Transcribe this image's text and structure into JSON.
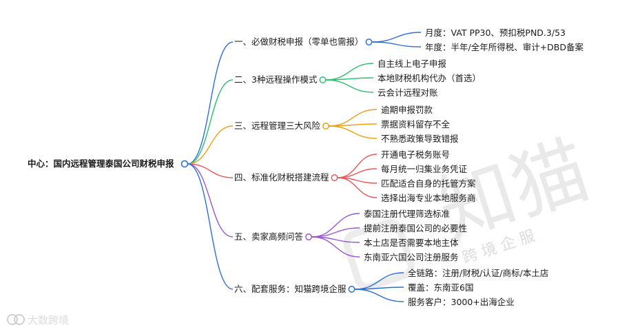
{
  "center": {
    "label": "中心：国内远程管理泰国公司财税申报"
  },
  "branches": [
    {
      "label": "一、必做财税申报（零单也需报）",
      "color": "#2b6fd6",
      "children": [
        "月度：VAT PP30、预扣税PND.3/53",
        "年度：半年/全年所得税、审计+DBD备案"
      ]
    },
    {
      "label": "二、3种远程操作模式",
      "color": "#2fbf71",
      "children": [
        "自主线上电子申报",
        "本地财税机构代办（首选）",
        "云会计远程对账"
      ]
    },
    {
      "label": "三、远程管理三大风险",
      "color": "#e6a116",
      "children": [
        "逾期申报罚款",
        "票据资料留存不全",
        "不熟悉政策导致错报"
      ]
    },
    {
      "label": "四、标准化财税搭建流程",
      "color": "#e5585a",
      "children": [
        "开通电子税务账号",
        "每月统一归集业务凭证",
        "匹配适合自身的托管方案",
        "选择出海专业本地服务商"
      ]
    },
    {
      "label": "五、卖家高频问答",
      "color": "#9a55cf",
      "children": [
        "泰国注册代理筛选标准",
        "提前注册泰国公司的必要性",
        "本土店是否需要本地主体",
        "东南亚六国公司注册服务"
      ]
    },
    {
      "label": "六、配套服务：知猫跨境企服",
      "color": "#2b6fd6",
      "children": [
        "全链路：注册/财税/认证/商标/本土店",
        "覆盖：东南亚6国",
        "服务客户：3000+出海企业"
      ]
    }
  ],
  "watermark": {
    "big": "知猫",
    "small": "跨 境 企 服",
    "corner": "大数跨境"
  }
}
